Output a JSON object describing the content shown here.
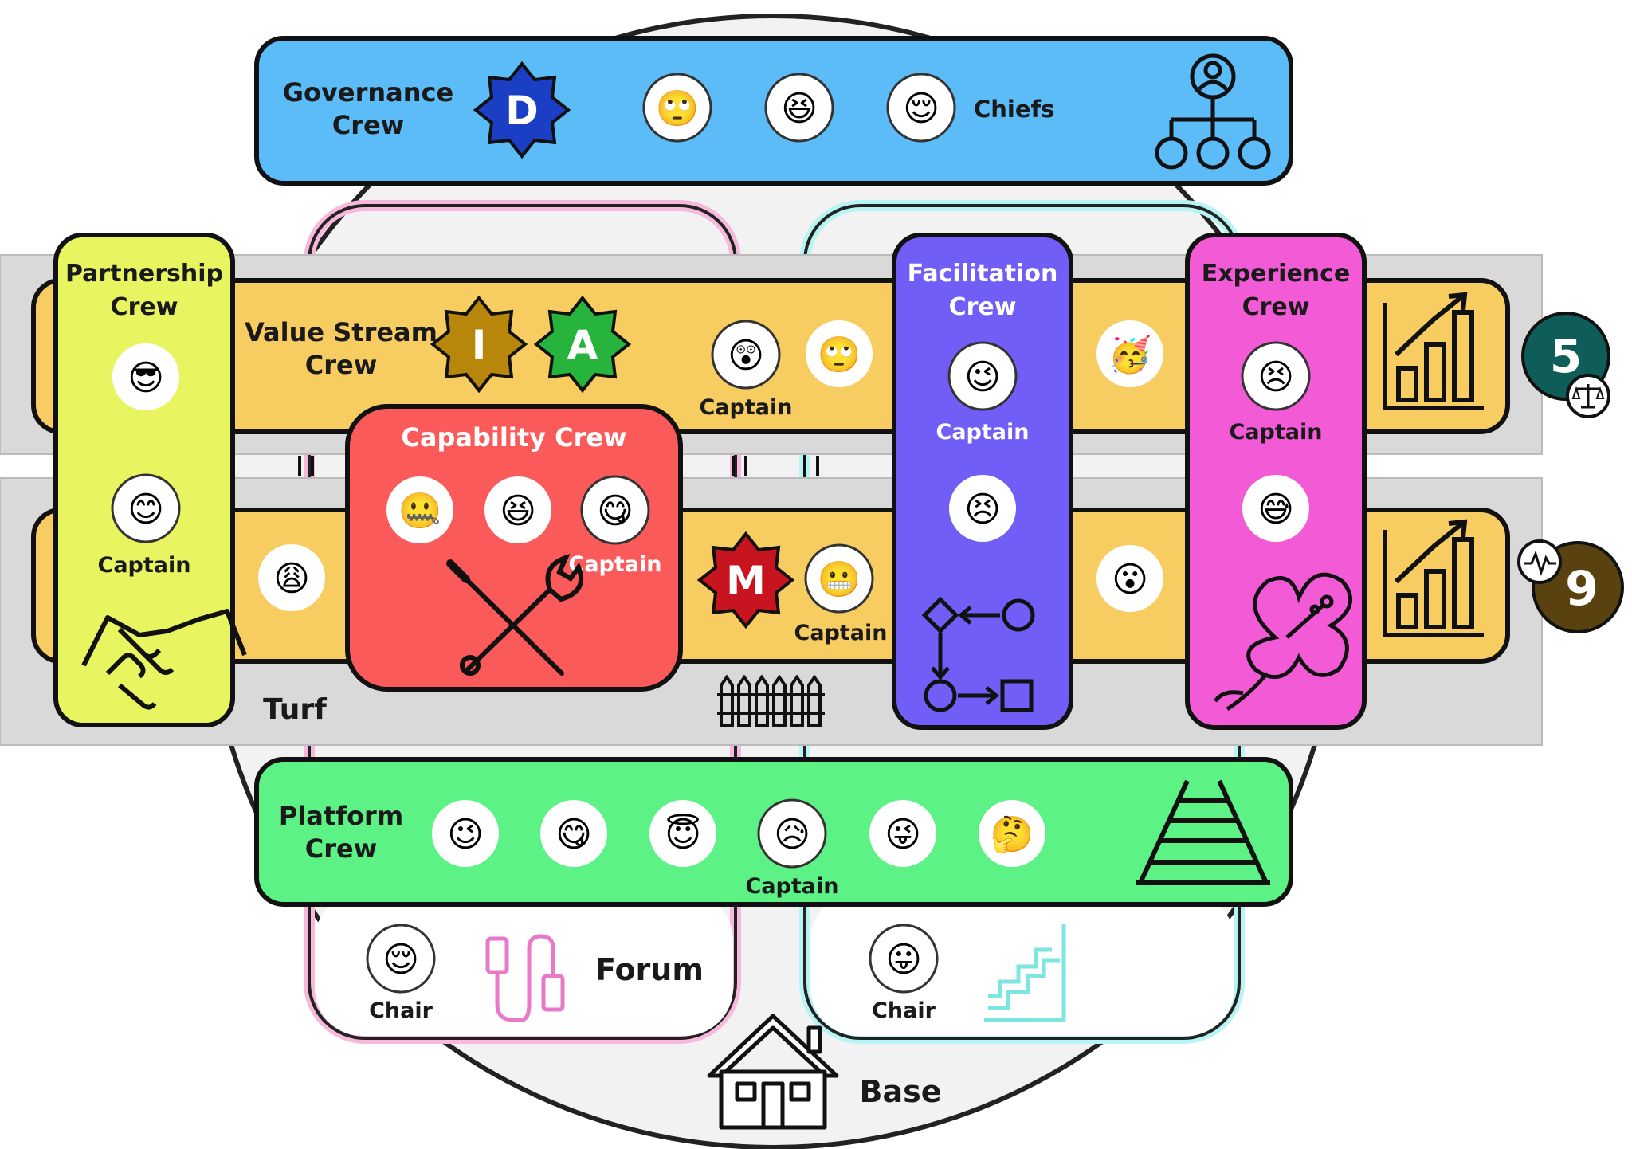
{
  "governance": {
    "title_line1": "Governance",
    "title_line2": "Crew",
    "badge_letter": "D",
    "members_label": "Chiefs",
    "faces": [
      "🙄",
      "😆",
      "😌"
    ],
    "icon": "org-chart-icon"
  },
  "partnership": {
    "title_line1": "Partnership",
    "title_line2": "Crew",
    "faces": [
      "😎",
      "😊"
    ],
    "captain_label": "Captain",
    "icon": "handshake-icon"
  },
  "value_stream": {
    "title_line1": "Value Stream",
    "title_line2": "Crew",
    "badge_letters": [
      "I",
      "A",
      "M"
    ],
    "captain_label": "Captain",
    "faces_top": [
      "😲",
      "🙄",
      "🥳"
    ],
    "faces_bottom": [
      "😩",
      "😬",
      "😮"
    ],
    "metric_top": "5",
    "metric_bottom": "9",
    "metric_top_icon": "scales-icon",
    "metric_bottom_icon": "heartbeat-icon",
    "chart_icon": "bar-chart-icon"
  },
  "capability": {
    "title": "Capability Crew",
    "faces": [
      "🤐",
      "😆",
      "😋"
    ],
    "captain_label": "Captain",
    "icon": "tools-icon"
  },
  "facilitation": {
    "title_line1": "Facilitation",
    "title_line2": "Crew",
    "faces": [
      "😉",
      "😣"
    ],
    "captain_label": "Captain",
    "icon": "flow-icon"
  },
  "experience": {
    "title_line1": "Experience",
    "title_line2": "Crew",
    "faces": [
      "😣",
      "😅"
    ],
    "captain_label": "Captain",
    "icon": "hibiscus-icon"
  },
  "turf": {
    "label": "Turf",
    "icon": "fence-icon"
  },
  "platform": {
    "title_line1": "Platform",
    "title_line2": "Crew",
    "faces": [
      "😉",
      "😋",
      "😇",
      "😥",
      "😜",
      "🤔"
    ],
    "captain_label": "Captain",
    "icon": "rail-track-icon"
  },
  "forum": {
    "label": "Forum",
    "chair_label_left": "Chair",
    "chair_label_right": "Chair",
    "faces": [
      "😌",
      "😛"
    ],
    "icon_left": "usb-cable-icon",
    "icon_right": "stairs-icon"
  },
  "base": {
    "label": "Base",
    "icon": "house-icon"
  },
  "colors": {
    "governance": "#5bbcf8",
    "partnership": "#e8f560",
    "value_stream": "#f7cd62",
    "capability": "#fb5a5a",
    "facilitation": "#715ef6",
    "experience": "#f35ad6",
    "platform": "#5df285",
    "band": "#d9d9d9",
    "badge_d": "#1a3fc4",
    "badge_i": "#b8860b",
    "badge_a": "#27b43c",
    "badge_m": "#c8141e",
    "metric_5": "#0e5d58",
    "metric_9": "#5a4210"
  }
}
